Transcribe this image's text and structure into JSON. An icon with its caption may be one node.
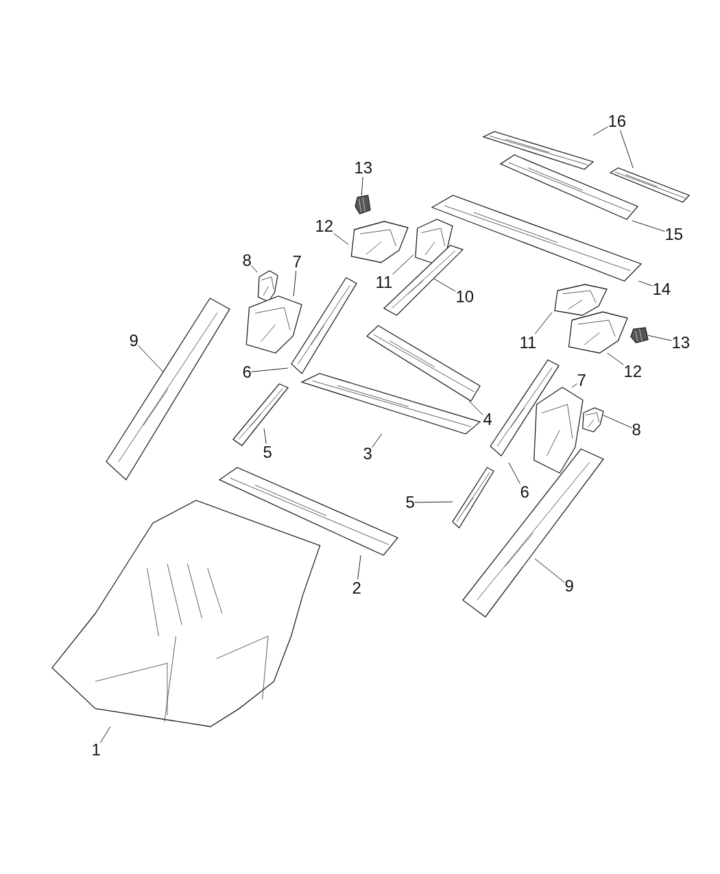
{
  "diagram": {
    "nodes": [
      {
        "text": [
          "16"
        ]
      },
      {
        "text": [],
        "shape": "picture"
      },
      {
        "text": [],
        "shape": "picture"
      },
      {
        "text": [
          "13"
        ]
      },
      {
        "text": [],
        "shape": "picture"
      },
      {
        "text": [
          "12"
        ]
      },
      {
        "text": [],
        "shape": "picture"
      },
      {
        "text": [
          "15"
        ]
      },
      {
        "text": [],
        "shape": "picture"
      },
      {
        "text": [
          "8"
        ]
      },
      {
        "text": [],
        "shape": "picture"
      },
      {
        "text": [
          "7"
        ]
      },
      {
        "text": [],
        "shape": "picture"
      },
      {
        "text": [
          "11"
        ]
      },
      {
        "text": [],
        "shape": "picture"
      },
      {
        "text": [
          "10"
        ]
      },
      {
        "text": [],
        "shape": "picture"
      },
      {
        "text": [
          "14"
        ]
      },
      {
        "text": [],
        "shape": "picture"
      },
      {
        "text": [
          "9"
        ]
      },
      {
        "text": [],
        "shape": "picture"
      },
      {
        "text": [
          "11"
        ]
      },
      {
        "text": [],
        "shape": "picture"
      },
      {
        "text": [
          "13"
        ]
      },
      {
        "text": [],
        "shape": "picture"
      },
      {
        "text": [
          "6"
        ]
      },
      {
        "text": [],
        "shape": "picture"
      },
      {
        "text": [
          "12"
        ]
      },
      {
        "text": [],
        "shape": "picture"
      },
      {
        "text": [
          "4"
        ]
      },
      {
        "text": [],
        "shape": "picture"
      },
      {
        "text": [
          "7"
        ]
      },
      {
        "text": [],
        "shape": "picture"
      },
      {
        "text": [
          "5"
        ]
      },
      {
        "text": [],
        "shape": "picture"
      },
      {
        "text": [
          "3"
        ]
      },
      {
        "text": [],
        "shape": "picture"
      },
      {
        "text": [
          "8"
        ]
      },
      {
        "text": [],
        "shape": "picture"
      },
      {
        "text": [
          "6"
        ]
      },
      {
        "text": [],
        "shape": "picture"
      },
      {
        "text": [
          "5"
        ]
      },
      {
        "text": [],
        "shape": "picture"
      },
      {
        "text": [
          "2"
        ]
      },
      {
        "text": [],
        "shape": "picture"
      },
      {
        "text": [
          "9"
        ]
      },
      {
        "text": [],
        "shape": "picture"
      },
      {
        "text": [
          "1"
        ]
      },
      {
        "text": [],
        "shape": "picture"
      }
    ],
    "edges": [
      {
        "from": 0,
        "to": 1,
        "arrow": "none"
      },
      {
        "from": 0,
        "to": 2,
        "arrow": "none"
      },
      {
        "from": 3,
        "to": 4,
        "arrow": "none"
      },
      {
        "from": 5,
        "to": 6,
        "arrow": "none"
      },
      {
        "from": 7,
        "to": 8,
        "arrow": "none"
      },
      {
        "from": 9,
        "to": 10,
        "arrow": "none"
      },
      {
        "from": 11,
        "to": 12,
        "arrow": "none"
      },
      {
        "from": 13,
        "to": 14,
        "arrow": "none"
      },
      {
        "from": 15,
        "to": 16,
        "arrow": "none"
      },
      {
        "from": 17,
        "to": 18,
        "arrow": "none"
      },
      {
        "from": 19,
        "to": 20,
        "arrow": "none"
      },
      {
        "from": 21,
        "to": 22,
        "arrow": "none"
      },
      {
        "from": 23,
        "to": 24,
        "arrow": "none"
      },
      {
        "from": 25,
        "to": 26,
        "arrow": "none"
      },
      {
        "from": 27,
        "to": 28,
        "arrow": "none"
      },
      {
        "from": 29,
        "to": 30,
        "arrow": "none"
      },
      {
        "from": 31,
        "to": 32,
        "arrow": "none"
      },
      {
        "from": 33,
        "to": 34,
        "arrow": "none"
      },
      {
        "from": 35,
        "to": 36,
        "arrow": "none"
      },
      {
        "from": 37,
        "to": 38,
        "arrow": "none"
      },
      {
        "from": 39,
        "to": 40,
        "arrow": "none"
      },
      {
        "from": 41,
        "to": 42,
        "arrow": "none"
      },
      {
        "from": 43,
        "to": 44,
        "arrow": "none"
      },
      {
        "from": 45,
        "to": 46,
        "arrow": "none"
      },
      {
        "from": 47,
        "to": 48,
        "arrow": "none"
      }
    ]
  }
}
